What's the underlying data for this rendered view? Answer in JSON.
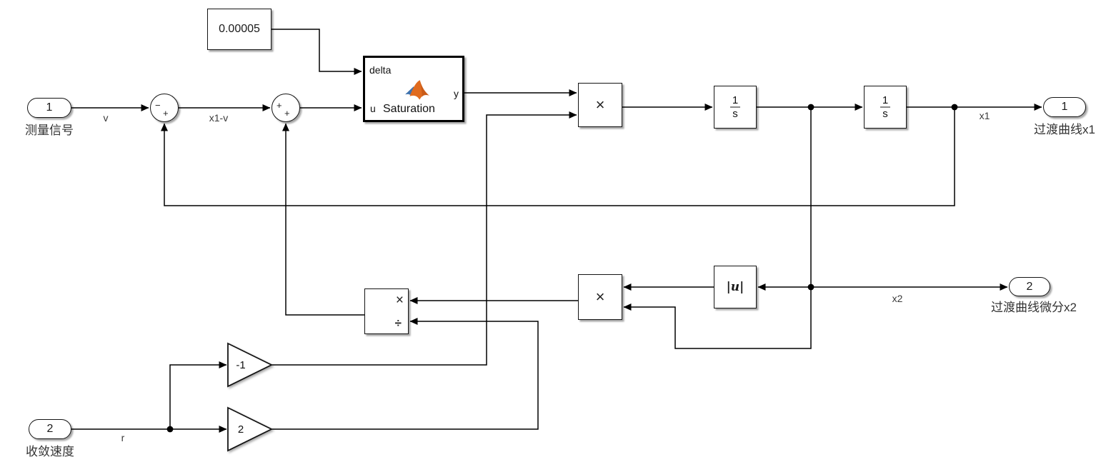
{
  "colors": {
    "background": "#ffffff",
    "wire": "#000000",
    "block_border": "#141414",
    "label_text": "#333333",
    "matlab_orange": "#e06b1f",
    "matlab_blue": "#3f72ad"
  },
  "inports": {
    "in1": {
      "number": "1",
      "label": "测量信号"
    },
    "in2": {
      "number": "2",
      "label": "收敛速度"
    }
  },
  "outports": {
    "out1": {
      "number": "1",
      "label": "过渡曲线x1"
    },
    "out2": {
      "number": "2",
      "label": "过渡曲线微分x2"
    }
  },
  "blocks": {
    "constant": {
      "value": "0.00005"
    },
    "saturation": {
      "label": "Saturation",
      "port_in1": "delta",
      "port_in2": "u",
      "port_out": "y"
    },
    "product_top": {
      "symbol": "×"
    },
    "integrator1": {
      "numerator": "1",
      "denominator": "s"
    },
    "integrator2": {
      "numerator": "1",
      "denominator": "s"
    },
    "abs": {
      "label": "|u|"
    },
    "product_mid": {
      "symbol": "×"
    },
    "divide": {
      "multiply_symbol": "×",
      "divide_symbol": "÷"
    },
    "gain_neg": {
      "value": "-1"
    },
    "gain_pos": {
      "value": "2"
    },
    "sum1": {
      "sign_left": "−",
      "sign_bottom": "+"
    },
    "sum2": {
      "sign_left": "+",
      "sign_bottom": "+"
    }
  },
  "signal_labels": {
    "v": "v",
    "x1_minus_v": "x1-v",
    "x1": "x1",
    "x2": "x2",
    "r": "r"
  }
}
